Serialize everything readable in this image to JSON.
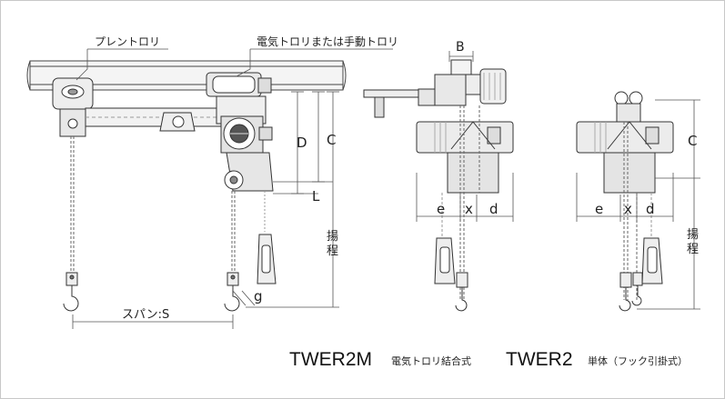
{
  "labels": {
    "plain_trolley": "プレントロリ",
    "electric_or_manual_trolley": "電気トロリまたは手動トロリ",
    "dim_B": "B",
    "dim_D": "D",
    "dim_C_left": "C",
    "dim_C_right": "C",
    "dim_L": "L",
    "lift_left": "揚程",
    "lift_right": "揚程",
    "span": "スパン:S",
    "dim_g": "g",
    "e_mid": "e",
    "x_mid": "x",
    "d_mid": "d",
    "e_right": "e",
    "x_right": "x",
    "d_right": "d"
  },
  "captions": {
    "model1": "TWER2M",
    "model1_desc": "電気トロリ結合式",
    "model2": "TWER2",
    "model2_desc": "単体（フック引掛式）"
  }
}
